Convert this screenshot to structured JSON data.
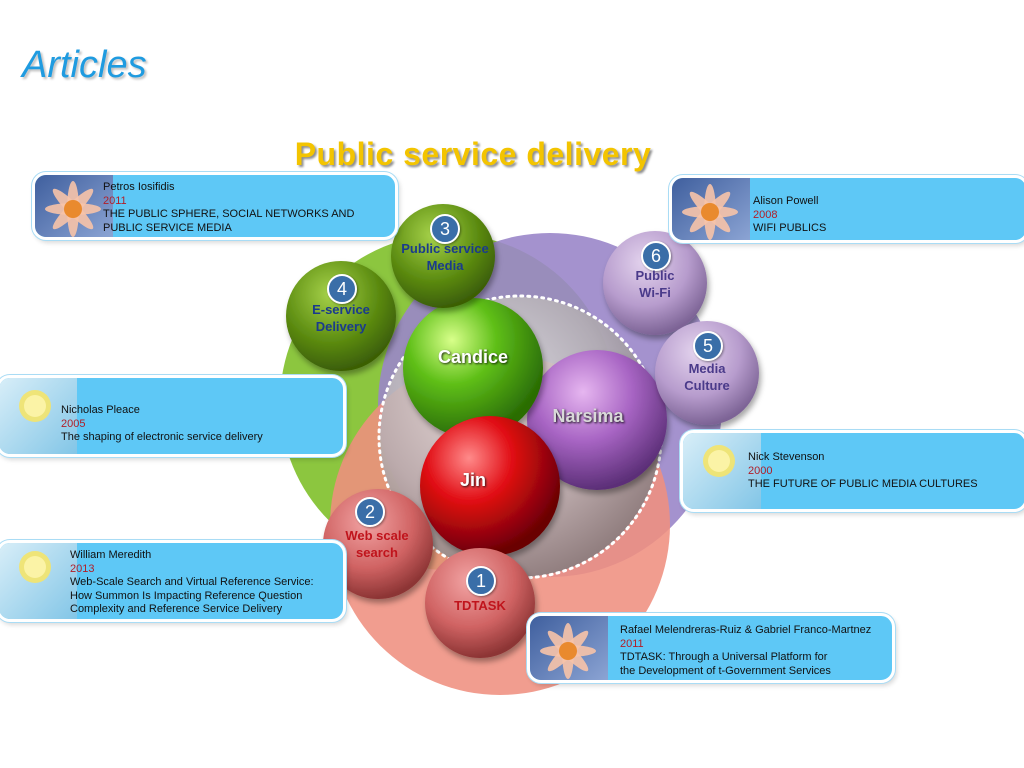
{
  "slide_title": "Articles",
  "diagram_title": "Public service delivery",
  "colors": {
    "title_blue": "#1f9be0",
    "title_gold": "#f3c400",
    "card_blue": "#5ec8f6",
    "year_red": "#b0202a",
    "green": "#8cc63f",
    "purple": "#9a86c9",
    "salmon": "#ef8f80"
  },
  "core": {
    "candice": "Candice",
    "narsima": "Narsima",
    "jin": "Jin"
  },
  "nodes": [
    {
      "num": "1",
      "label_lines": [
        "TDTASK"
      ]
    },
    {
      "num": "2",
      "label_lines": [
        "Web scale",
        "search"
      ]
    },
    {
      "num": "3",
      "label_lines": [
        "Public service",
        "Media"
      ]
    },
    {
      "num": "4",
      "label_lines": [
        "E-service",
        "Delivery"
      ]
    },
    {
      "num": "5",
      "label_lines": [
        "Media",
        "Culture"
      ]
    },
    {
      "num": "6",
      "label_lines": [
        "Public",
        "Wi-Fi"
      ]
    }
  ],
  "articles": [
    {
      "author": "Petros Iosifidis",
      "year": "2011",
      "title_lines": [
        "THE PUBLIC SPHERE, SOCIAL NETWORKS AND",
        "PUBLIC SERVICE MEDIA"
      ],
      "thumb": "flower-icon"
    },
    {
      "author": "Alison Powell",
      "year": "2008",
      "title_lines": [
        "WIFI PUBLICS"
      ],
      "thumb": "flower-icon"
    },
    {
      "author": "Nicholas Pleace",
      "year": "2005",
      "title_lines": [
        "The shaping of electronic service delivery"
      ],
      "thumb": "lemon-glass-icon"
    },
    {
      "author": "Nick Stevenson",
      "year": "2000",
      "title_lines": [
        "THE FUTURE OF PUBLIC MEDIA CULTURES"
      ],
      "thumb": "lemon-glass-icon"
    },
    {
      "author": "William Meredith",
      "year": "2013",
      "title_lines": [
        "Web-Scale Search and Virtual Reference Service:",
        "How Summon Is Impacting Reference Question",
        "Complexity and Reference Service Delivery"
      ],
      "thumb": "lemon-glass-icon"
    },
    {
      "author": "Rafael Melendreras-Ruiz  & Gabriel Franco-Martnez",
      "year": "2011",
      "title_lines": [
        "TDTASK: Through a Universal Platform for",
        "the  Development of t-Government Services"
      ],
      "thumb": "flower-icon"
    }
  ]
}
